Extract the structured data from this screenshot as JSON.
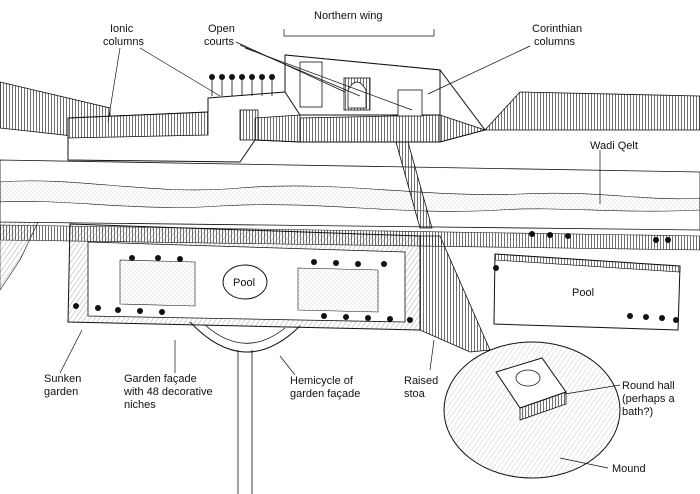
{
  "labels": {
    "northern_wing": "Northern wing",
    "ionic_columns": [
      "Ionic",
      "columns"
    ],
    "open_courts": [
      "Open",
      "courts"
    ],
    "corinthian_columns": [
      "Corinthian",
      "columns"
    ],
    "wadi_qelt": "Wadi Qelt",
    "pool_garden": "Pool",
    "pool_east": "Pool",
    "sunken_garden": [
      "Sunken",
      "garden"
    ],
    "garden_facade": [
      "Garden façade",
      "with 48 decorative",
      "niches"
    ],
    "hemicycle": [
      "Hemicycle of",
      "garden façade"
    ],
    "raised_stoa": [
      "Raised",
      "stoa"
    ],
    "round_hall": [
      "Round hall",
      "(perhaps a",
      "bath?)"
    ],
    "mound": "Mound"
  },
  "colors": {
    "ink": "#111111",
    "paper": "#ffffff",
    "hatch": "#444444"
  }
}
